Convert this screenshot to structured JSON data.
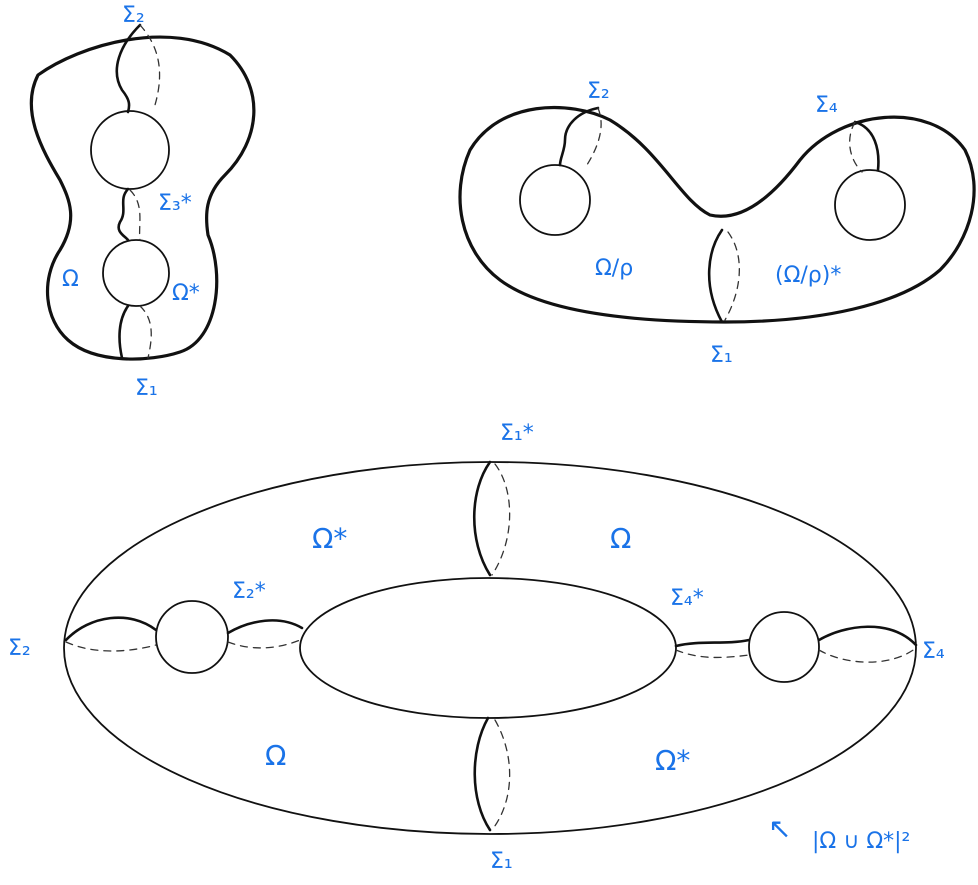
{
  "colors": {
    "ink": "#111111",
    "label": "#1a73e8"
  },
  "top_left": {
    "sigma_top": "Σ₂",
    "sigma_mid": "Σ₃*",
    "sigma_bottom": "Σ₁",
    "region_left": "Ω",
    "region_right": "Ω*"
  },
  "top_right": {
    "sigma_left": "Σ₂",
    "sigma_right": "Σ₄",
    "sigma_bottom": "Σ₁",
    "region_left": "Ω/ρ",
    "region_right": "(Ω/ρ)*"
  },
  "bottom": {
    "sigma_top": "Σ₁*",
    "sigma_left": "Σ₂",
    "sigma_left_star": "Σ₂*",
    "sigma_right_star": "Σ₄*",
    "sigma_right": "Σ₄",
    "sigma_bottom": "Σ₁",
    "region_top_left": "Ω*",
    "region_top_right": "Ω",
    "region_bottom_left": "Ω",
    "region_bottom_right": "Ω*",
    "annotation_arrow": "↖",
    "annotation": "|Ω ∪ Ω*|²"
  }
}
